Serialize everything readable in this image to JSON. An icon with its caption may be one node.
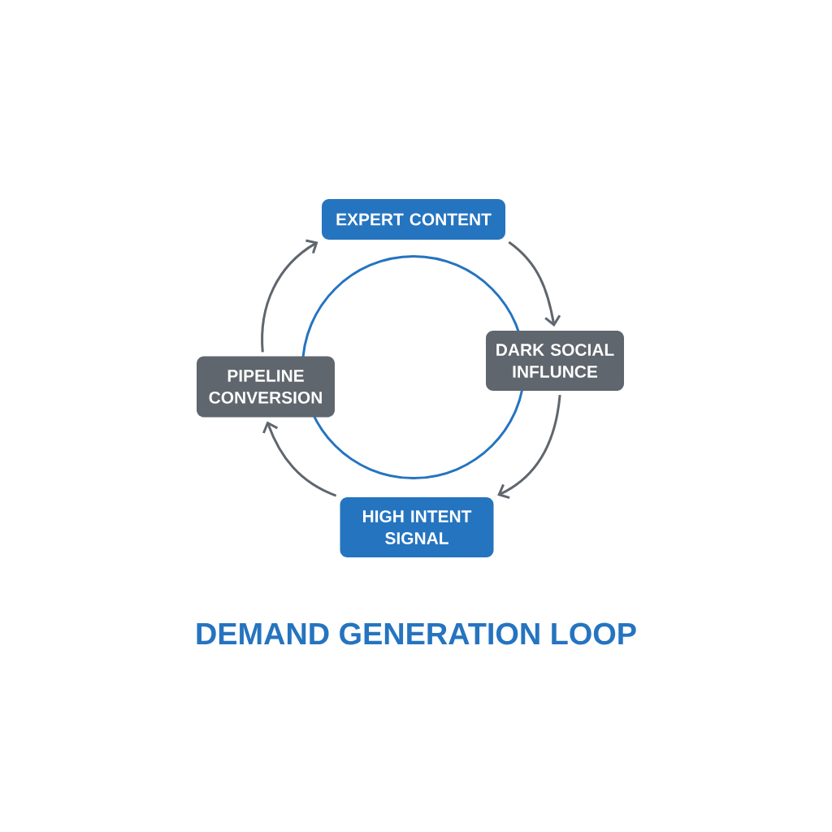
{
  "diagram": {
    "title": "DEMAND GENERATION LOOP",
    "nodes": [
      {
        "text": [
          "EXPERT CONTENT"
        ]
      },
      {
        "text": [
          "DARK SOCIAL INFLUNCE"
        ]
      },
      {
        "text": [
          "HIGH INTENT SIGNAL"
        ]
      },
      {
        "text": [
          "PIPELINE CONVERSION"
        ]
      },
      {
        "text": [],
        "shape": "circle"
      }
    ],
    "edges": [
      {
        "from": 0,
        "to": 1,
        "arrow": "to"
      },
      {
        "from": 1,
        "to": 2,
        "arrow": "to"
      },
      {
        "from": 2,
        "to": 3,
        "arrow": "to"
      },
      {
        "from": 3,
        "to": 0,
        "arrow": "to"
      }
    ]
  }
}
